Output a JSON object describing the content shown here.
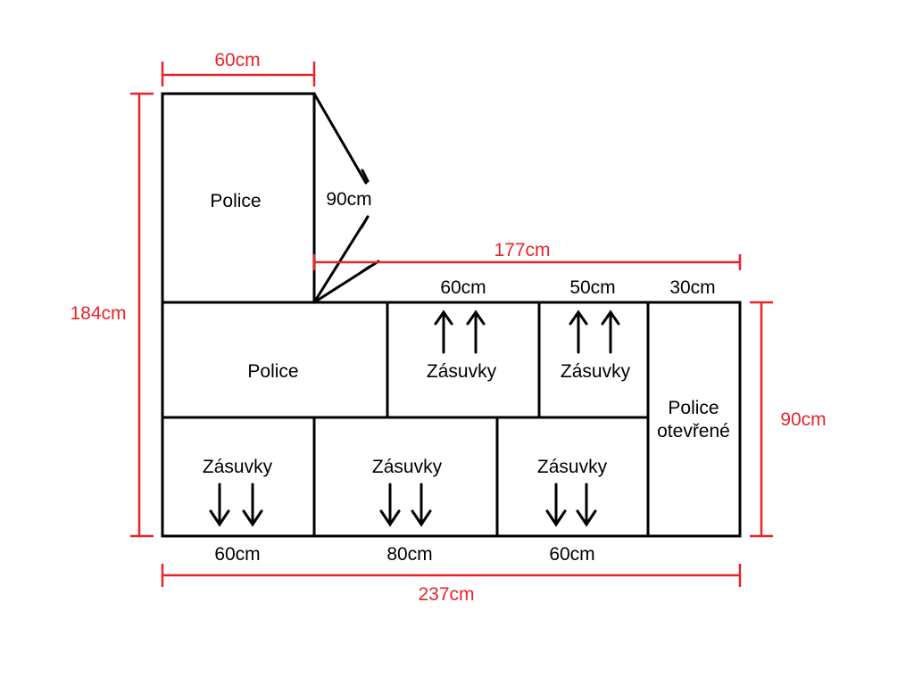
{
  "colors": {
    "outline": "#000000",
    "dimension": "#e8242b"
  },
  "dimensions": {
    "top_width": "60cm",
    "total_height": "184cm",
    "door_depth": "90cm",
    "upper_run": "177cm",
    "col_top_1": "60cm",
    "col_top_2": "50cm",
    "col_top_3": "30cm",
    "lower_height": "90cm",
    "col_bottom_1": "60cm",
    "col_bottom_2": "80cm",
    "col_bottom_3": "60cm",
    "total_width": "237cm"
  },
  "units": {
    "upper_cabinet": "Police",
    "middle_shelf": "Police",
    "drawers_top_1": "Zásuvky",
    "drawers_top_2": "Zásuvky",
    "drawers_bottom_1": "Zásuvky",
    "drawers_bottom_2": "Zásuvky",
    "drawers_bottom_3": "Zásuvky",
    "open_shelf_line1": "Police",
    "open_shelf_line2": "otevřené"
  },
  "arrows": {
    "up": "up-arrow",
    "down": "down-arrow"
  }
}
